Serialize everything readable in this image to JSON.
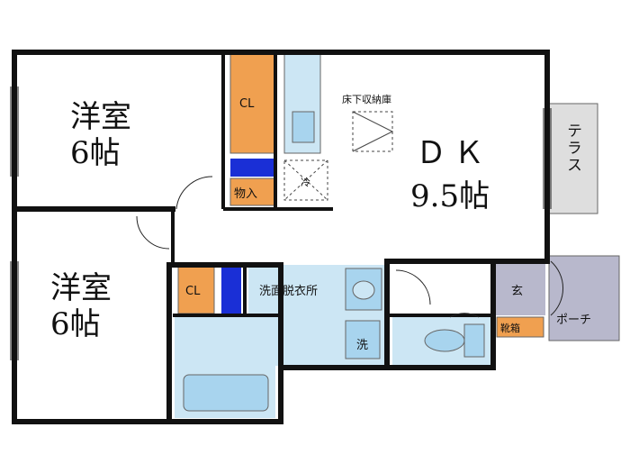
{
  "rooms": {
    "western_room_top": {
      "name": "洋室",
      "size": "6帖"
    },
    "western_room_bottom": {
      "name": "洋室",
      "size": "6帖"
    },
    "dk": {
      "name": "ＤＫ",
      "size": "9.5帖"
    }
  },
  "labels": {
    "closet_top": "CL",
    "closet_bottom": "CL",
    "storage": "物入",
    "refrigerator": "冷",
    "underfloor_storage": "床下収納庫",
    "terrace": "テラス",
    "washroom": "洗面脱衣所",
    "washer": "洗",
    "entrance": "玄",
    "shoe_box": "靴箱",
    "porch": "ポーチ"
  },
  "colors": {
    "wall": "#111111",
    "closet": "#f0a050",
    "wet_area": "#cce6f4",
    "fixture": "#a8d4ee",
    "blue_strip": "#1a2fd6",
    "exterior": "#b8b8cc",
    "terrace": "#dedede",
    "shoe_box": "#f0a050"
  }
}
